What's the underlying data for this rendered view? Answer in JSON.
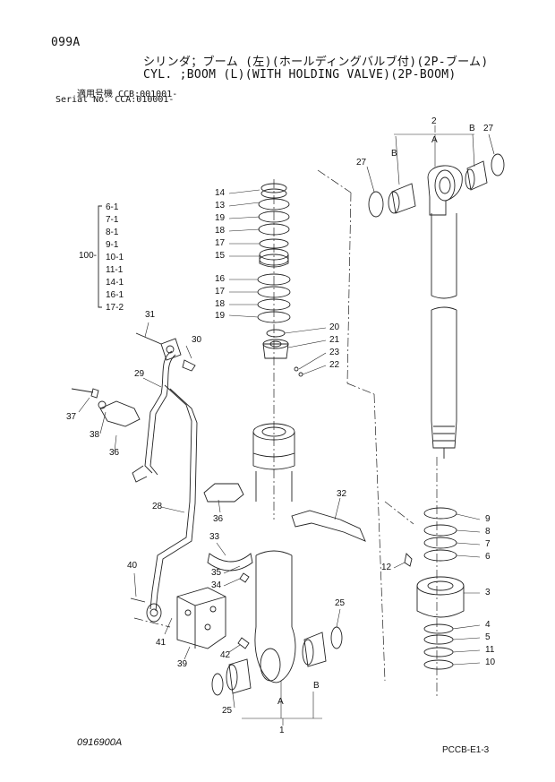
{
  "header": {
    "page_id": "099A",
    "title_jp": "シリンダ；ブーム (左)(ホールディングバルブ付)(2P-ブーム)",
    "title_en": "CYL. ;BOOM (L)(WITH HOLDING VALVE)(2P-BOOM)",
    "applic_jp": "適用号機 CCB:001001-",
    "serial": "Serial No. CCA:010001-"
  },
  "kit": {
    "number": "100-",
    "items": [
      "6-1",
      "7-1",
      "8-1",
      "9-1",
      "10-1",
      "11-1",
      "14-1",
      "16-1",
      "17-2"
    ]
  },
  "callouts": {
    "p1": "1",
    "p2": "2",
    "p3": "3",
    "p4": "4",
    "p5": "5",
    "p6": "6",
    "p7": "7",
    "p8": "8",
    "p9": "9",
    "p10": "10",
    "p11": "11",
    "p12": "12",
    "p13": "13",
    "p14": "14",
    "p15": "15",
    "p16": "16",
    "p17a": "17",
    "p17b": "17",
    "p18a": "18",
    "p18b": "18",
    "p19a": "19",
    "p19b": "19",
    "p20": "20",
    "p21": "21",
    "p22": "22",
    "p23": "23",
    "p25a": "25",
    "p25b": "25",
    "p27a": "27",
    "p27b": "27",
    "p28": "28",
    "p29": "29",
    "p30": "30",
    "p31": "31",
    "p32": "32",
    "p33": "33",
    "p34": "34",
    "p35": "35",
    "p36a": "36",
    "p36b": "36",
    "p37": "37",
    "p38": "38",
    "p39": "39",
    "p40": "40",
    "p41": "41",
    "p42": "42",
    "A_top": "A",
    "B_top1": "B",
    "B_top2": "B",
    "A_bot": "A",
    "B_bot": "B"
  },
  "footer": {
    "drawing_no": "0916900A",
    "page_ref": "PCCB-E1-3"
  }
}
